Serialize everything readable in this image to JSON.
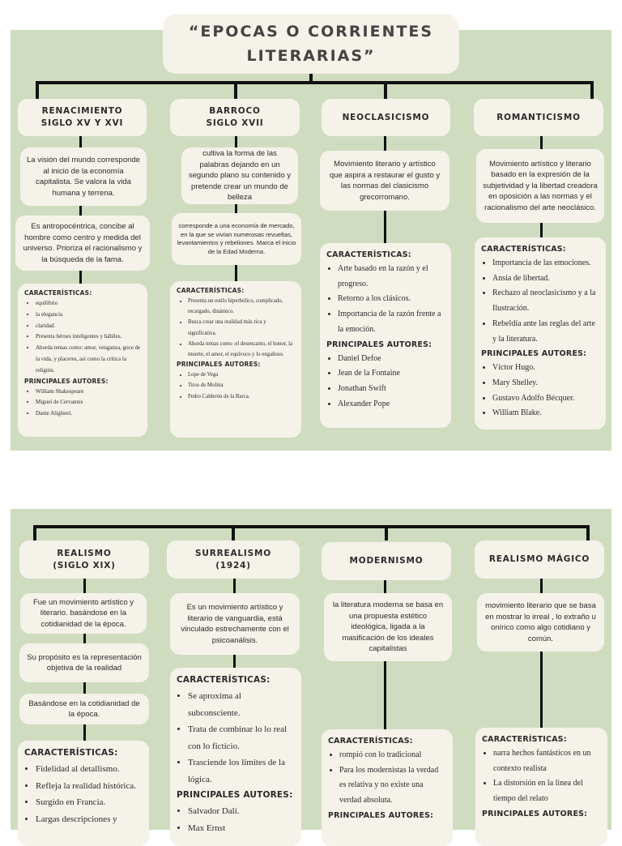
{
  "top": {
    "title": "“EPOCAS O CORRIENTES LITERARIAS”",
    "renacimiento": {
      "heading": [
        "RENACIMIENTO",
        "SIGLO XV Y XVI"
      ],
      "desc1": "La visión del mundo corresponde al inicio de la economía capitalista. Se valora la vida humana y terrena.",
      "desc2": "Es antropocéntrica, concibe al hombre como centro y medida del universo. Prioriza el racionalismo y la búsqueda de la fama.",
      "char_label": "CARACTERÍSTICAS:",
      "characteristics": [
        "equilibrio",
        "la elegancia",
        "claridad.",
        "Presenta héroes inteligentes y hábiles.",
        "Aborda temas como: amor, venganza, goce de la vida, y placeres, así como la crítica la religión."
      ],
      "authors_label": "PRINCIPALES AUTORES:",
      "authors": [
        "William Shakespeare",
        "Miguel de Cervantes",
        "Dante Alighieri."
      ]
    },
    "barroco": {
      "heading": [
        "BARROCO",
        "SIGLO XVII"
      ],
      "desc1": "cultiva la forma de las palabras dejando en un segundo plano su contenido y pretende crear un mundo de belleza",
      "desc2": "corresponde a una economía de mercado, en la que se vivían numerosas revueltas, levantamientos y rebeliones. Marca el inicio de la Edad Moderna.",
      "char_label": "CARACTERÍSTICAS:",
      "characteristics": [
        "Presenta un estilo hiperbólico, complicado, recargado, dinámico.",
        "Busca crear una realidad más rica y significativa.",
        "Aborda temas como :el desencanto, el honor, la muerte, el amor, el equívoco y lo engañoso."
      ],
      "authors_label": "PRINCIPALES AUTORES:",
      "authors": [
        "Lope de Vega",
        "Tirso de Molina",
        "Pedro Calderón de la Barca."
      ]
    },
    "neoclasicismo": {
      "heading": [
        "NEOCLASICISMO"
      ],
      "desc1": "Movimiento literario y artístico que aspira a restaurar el gusto y las normas del clasicismo grecorromano.",
      "char_label": "CARACTERÍSTICAS:",
      "characteristics": [
        "Arte basado en la razón y el progreso.",
        "Retorno a los clásicos.",
        "Importancia de la razón frente a la emoción."
      ],
      "authors_label": "PRINCIPALES AUTORES:",
      "authors": [
        "Daniel Defoe",
        "Jean de la Fontaine",
        "Jonathan Swift",
        "Alexander Pope"
      ]
    },
    "romanticismo": {
      "heading": [
        "ROMANTICISMO"
      ],
      "desc1": "Movimiento artístico y literario basado en la expresión de la subjetividad y la libertad creadora en oposición a las normas y el racionalismo del arte neoclásico.",
      "char_label": "CARACTERÍSTICAS:",
      "characteristics": [
        "Importancia de las emociones.",
        "Ansia de libertad.",
        "Rechazo al neoclasicismo y a la Ilustración.",
        "Rebeldía ante las reglas del arte y la literatura."
      ],
      "authors_label": "PRINCIPALES AUTORES:",
      "authors": [
        "Víctor Hugo.",
        "Mary Shelley.",
        "Gustavo Adolfo Bécquer.",
        "William Blake."
      ]
    }
  },
  "bottom": {
    "realismo": {
      "heading": [
        "REALISMO",
        "(SIGLO XIX)"
      ],
      "desc1": "Fue un movimiento artístico y literario. basándose en la cotidianidad de la época.",
      "desc2": "Su propósito es la representación objetiva de la realidad",
      "desc3": "Basándose en la cotidianidad de la época.",
      "char_label": "CARACTERÍSTICAS:",
      "characteristics": [
        "Fidelidad al detallismo.",
        "Refleja la realidad histórica.",
        "Surgido en Francia.",
        "Largas descripciones y"
      ]
    },
    "surrealismo": {
      "heading": [
        "SURREALISMO",
        "(1924)"
      ],
      "desc1": "Es un movimiento artístico y literario de vanguardia, está vinculado estrechamente con el psicoanálisis.",
      "char_label": "CARACTERÍSTICAS:",
      "characteristics": [
        "Se aproxima al subconsciente.",
        "Trata de combinar lo lo real con lo ficticio.",
        "Trasciende los límites de la lógica."
      ],
      "authors_label": "PRINCIPALES AUTORES:",
      "authors": [
        "Salvador Dalí.",
        "Max Ernst"
      ]
    },
    "modernismo": {
      "heading": [
        "MODERNISMO"
      ],
      "desc1": "la literatura moderna se basa en una propuesta estético ideológica, ligada a la masificación de los ideales capitalistas",
      "char_label": "CARACTERÍSTICAS:",
      "characteristics": [
        "rompió con lo tradicional",
        "Para los modernistas la verdad es relativa y no existe una verdad absoluta."
      ],
      "authors_label": "PRINCIPALES AUTORES:"
    },
    "realismo_magico": {
      "heading": [
        "REALISMO MÁGICO"
      ],
      "desc1": "movimiento literario que se basa en mostrar lo irreal , lo extraño u onírico como algo cotidiano y común.",
      "char_label": "CARACTERÍSTICAS:",
      "characteristics": [
        "narra hechos fantásticos en un contexto realista",
        "La distorsión en la línea del tiempo del relato"
      ],
      "authors_label": "PRINCIPALES AUTORES:"
    }
  }
}
